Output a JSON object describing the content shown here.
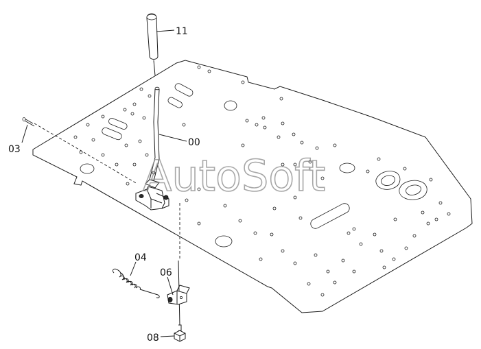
{
  "watermark": "AutoSoft",
  "callouts": {
    "grip": "11",
    "lever": "00",
    "pin": "03",
    "spring": "04",
    "bracket": "06",
    "bolt": "08"
  }
}
